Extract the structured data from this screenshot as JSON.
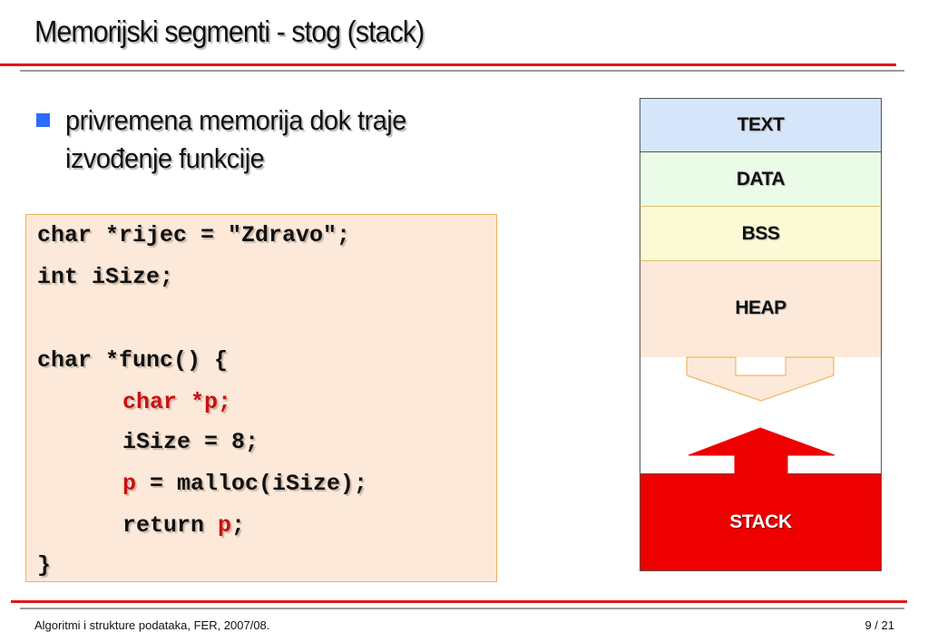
{
  "title": "Memorijski segmenti - stog (stack)",
  "bullet": "privremena memorija dok traje izvođenje funkcije",
  "code": {
    "l1": "char *rijec = \"Zdravo\";",
    "l2": "int iSize;",
    "l3": "char *func() {",
    "l4": "char *p;",
    "l5": "iSize = 8;",
    "l6a": "p",
    "l6b": " = malloc(iSize);",
    "l7a": "return ",
    "l7b": "p",
    "l7c": ";",
    "l8": "}"
  },
  "memory": {
    "text": "TEXT",
    "data": "DATA",
    "bss": "BSS",
    "heap": "HEAP",
    "stack": "STACK"
  },
  "colors": {
    "accent_red": "#e01818",
    "bullet_blue": "#2a6cff",
    "code_highlight": "#cc1010",
    "stack_red": "#ee0000"
  },
  "footer": {
    "left": "Algoritmi i strukture podataka, FER, 2007/08.",
    "page": "9 / 21"
  }
}
